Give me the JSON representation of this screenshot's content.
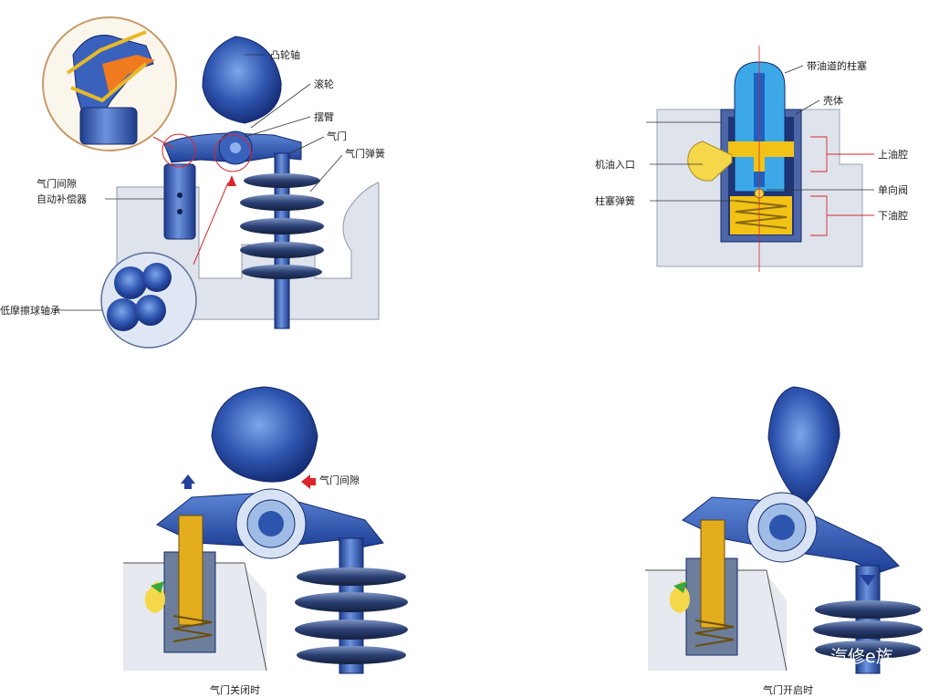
{
  "top_left": {
    "labels": {
      "camshaft": "凸轮轴",
      "roller": "滚轮",
      "rocker_arm": "摆臂",
      "valve": "气门",
      "valve_spring": "气门弹簧",
      "lash_adjuster_line1": "气门间隙",
      "lash_adjuster_line2": "自动补偿器",
      "low_friction_bearing": "低摩擦球轴承"
    }
  },
  "top_right": {
    "labels": {
      "plunger_with_oil_passage": "带油道的柱塞",
      "housing": "壳体",
      "oil_inlet": "机油入口",
      "upper_oil_chamber": "上油腔",
      "check_valve": "单向阀",
      "plunger_spring": "柱塞弹簧",
      "lower_oil_chamber": "下油腔"
    }
  },
  "bottom_left": {
    "caption": "气门关闭时",
    "labels": {
      "valve_clearance": "气门间隙"
    }
  },
  "bottom_right": {
    "caption": "气门开启时"
  },
  "watermark": {
    "text": "汽修e族"
  },
  "colors": {
    "steel_blue": "#3f6fc4",
    "dark_blue": "#1d3c8c",
    "engine_gray": "#d6dce6",
    "oil_yellow": "#f2c316",
    "red_arrow": "#d9262b",
    "blue_arrow": "#24409c",
    "green_arrow": "#3aa63a"
  }
}
